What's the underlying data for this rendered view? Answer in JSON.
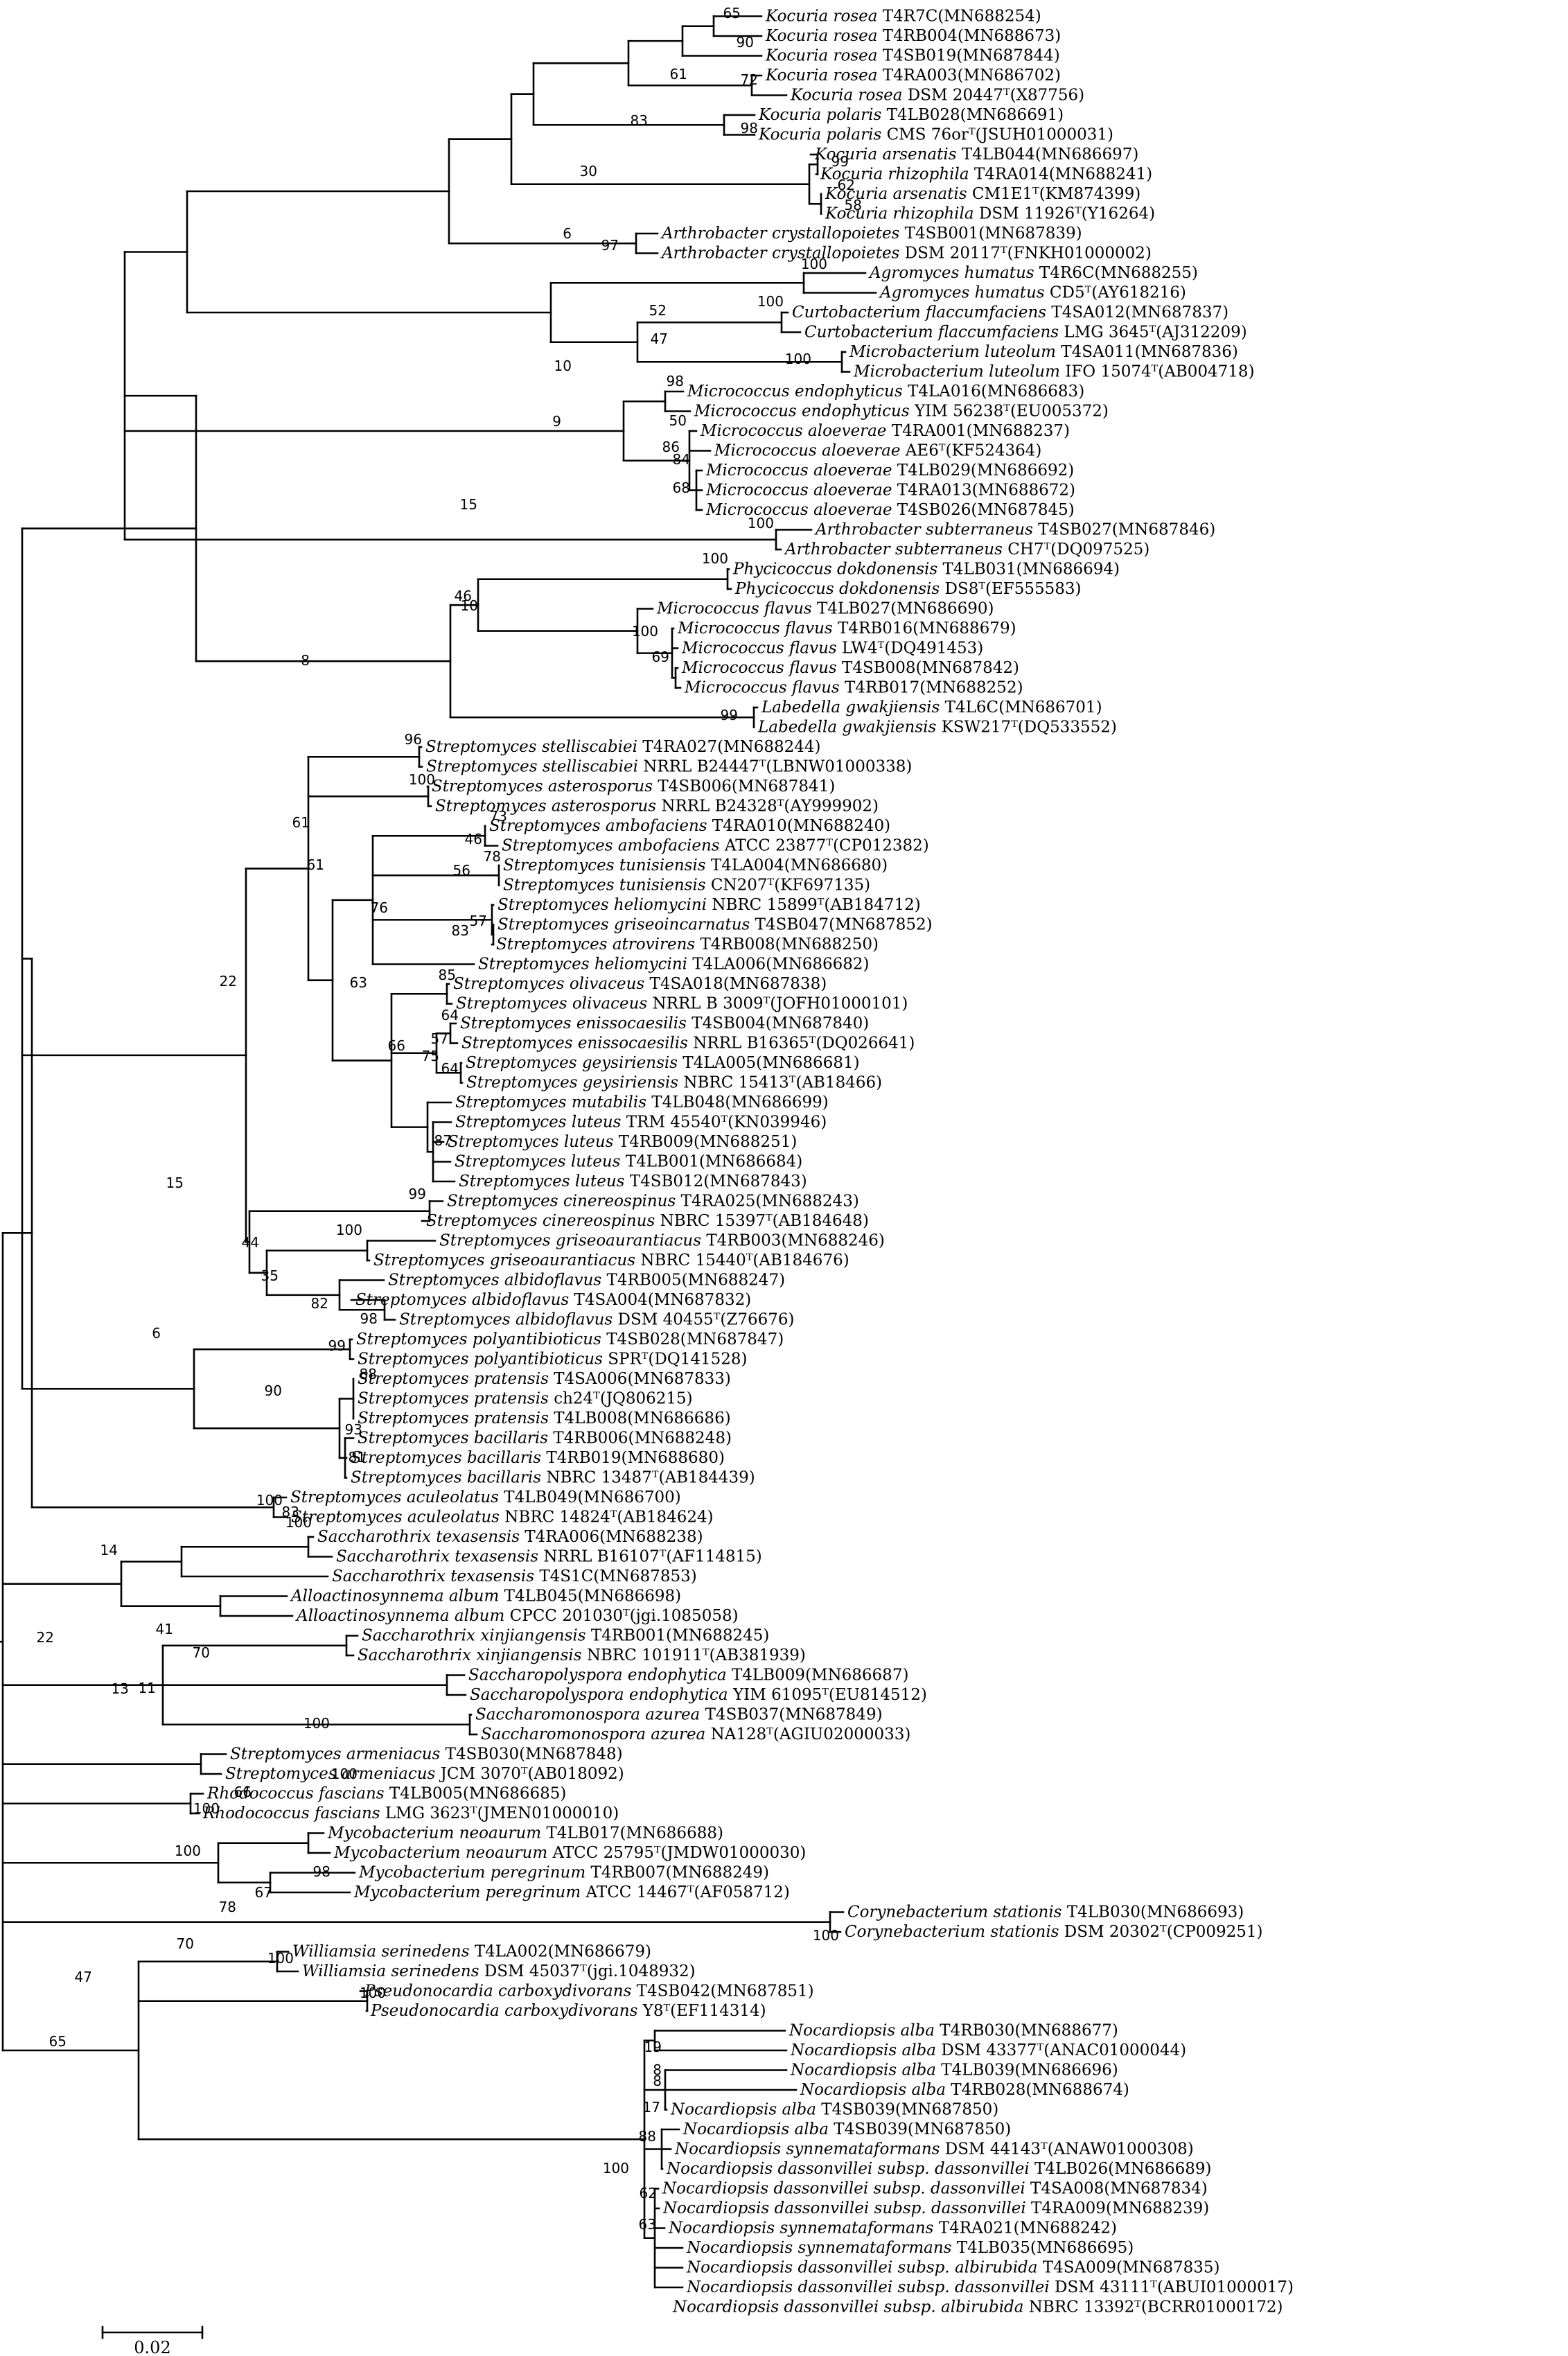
{
  "tree": {
    "tips": [
      {
        "sp": "Kocuria rosea",
        "st": "T4R7C(MN688254)"
      },
      {
        "sp": "Kocuria rosea",
        "st": "T4RB004(MN688673)"
      },
      {
        "sp": "Kocuria rosea",
        "st": "T4SB019(MN687844)"
      },
      {
        "sp": "Kocuria rosea",
        "st": "T4RA003(MN686702)"
      },
      {
        "sp": "Kocuria rosea",
        "st": "DSM 20447ᵀ(X87756)"
      },
      {
        "sp": "Kocuria polaris",
        "st": "T4LB028(MN686691)"
      },
      {
        "sp": "Kocuria polaris",
        "st": "CMS 76orᵀ(JSUH01000031)"
      },
      {
        "sp": "Kocuria arsenatis",
        "st": "T4LB044(MN686697)"
      },
      {
        "sp": "Kocuria rhizophila",
        "st": "T4RA014(MN688241)"
      },
      {
        "sp": "Kocuria arsenatis",
        "st": "CM1E1ᵀ(KM874399)"
      },
      {
        "sp": "Kocuria rhizophila",
        "st": "DSM 11926ᵀ(Y16264)"
      },
      {
        "sp": "Arthrobacter crystallopoietes",
        "st": "T4SB001(MN687839)"
      },
      {
        "sp": "Arthrobacter crystallopoietes",
        "st": "DSM 20117ᵀ(FNKH01000002)"
      },
      {
        "sp": "Agromyces humatus",
        "st": "T4R6C(MN688255)"
      },
      {
        "sp": "Agromyces humatus",
        "st": "CD5ᵀ(AY618216)"
      },
      {
        "sp": "Curtobacterium flaccumfaciens",
        "st": "T4SA012(MN687837)"
      },
      {
        "sp": "Curtobacterium flaccumfaciens",
        "st": "LMG 3645ᵀ(AJ312209)"
      },
      {
        "sp": "Microbacterium luteolum",
        "st": "T4SA011(MN687836)"
      },
      {
        "sp": "Microbacterium luteolum",
        "st": "IFO 15074ᵀ(AB004718)"
      },
      {
        "sp": "Micrococcus endophyticus",
        "st": "T4LA016(MN686683)"
      },
      {
        "sp": "Micrococcus endophyticus",
        "st": "YIM 56238ᵀ(EU005372)"
      },
      {
        "sp": "Micrococcus aloeverae",
        "st": "T4RA001(MN688237)"
      },
      {
        "sp": "Micrococcus aloeverae",
        "st": "AE6ᵀ(KF524364)"
      },
      {
        "sp": "Micrococcus aloeverae",
        "st": "T4LB029(MN686692)"
      },
      {
        "sp": "Micrococcus aloeverae",
        "st": "T4RA013(MN688672)"
      },
      {
        "sp": "Micrococcus aloeverae",
        "st": "T4SB026(MN687845)"
      },
      {
        "sp": "Arthrobacter subterraneus",
        "st": "T4SB027(MN687846)"
      },
      {
        "sp": "Arthrobacter subterraneus",
        "st": "CH7ᵀ(DQ097525)"
      },
      {
        "sp": "Phycicoccus dokdonensis",
        "st": "T4LB031(MN686694)"
      },
      {
        "sp": "Phycicoccus dokdonensis",
        "st": "DS8ᵀ(EF555583)"
      },
      {
        "sp": "Micrococcus flavus",
        "st": "T4LB027(MN686690)"
      },
      {
        "sp": "Micrococcus flavus",
        "st": "T4RB016(MN688679)"
      },
      {
        "sp": "Micrococcus flavus",
        "st": "LW4ᵀ(DQ491453)"
      },
      {
        "sp": "Micrococcus flavus",
        "st": "T4SB008(MN687842)"
      },
      {
        "sp": "Micrococcus flavus",
        "st": "T4RB017(MN688252)"
      },
      {
        "sp": "Labedella gwakjiensis",
        "st": "T4L6C(MN686701)"
      },
      {
        "sp": "Labedella gwakjiensis",
        "st": "KSW217ᵀ(DQ533552)"
      },
      {
        "sp": "Streptomyces stelliscabiei",
        "st": "T4RA027(MN688244)"
      },
      {
        "sp": "Streptomyces stelliscabiei",
        "st": "NRRL B24447ᵀ(LBNW01000338)"
      },
      {
        "sp": "Streptomyces asterosporus",
        "st": "T4SB006(MN687841)"
      },
      {
        "sp": "Streptomyces asterosporus",
        "st": "NRRL B24328ᵀ(AY999902)"
      },
      {
        "sp": "Streptomyces ambofaciens",
        "st": "T4RA010(MN688240)"
      },
      {
        "sp": "Streptomyces ambofaciens",
        "st": "ATCC 23877ᵀ(CP012382)"
      },
      {
        "sp": "Streptomyces tunisiensis",
        "st": "T4LA004(MN686680)"
      },
      {
        "sp": "Streptomyces tunisiensis",
        "st": "CN207ᵀ(KF697135)"
      },
      {
        "sp": "Streptomyces heliomycini",
        "st": "NBRC 15899ᵀ(AB184712)"
      },
      {
        "sp": "Streptomyces griseoincarnatus",
        "st": "T4SB047(MN687852)"
      },
      {
        "sp": "Streptomyces atrovirens",
        "st": "T4RB008(MN688250)"
      },
      {
        "sp": "Streptomyces heliomycini",
        "st": "T4LA006(MN686682)"
      },
      {
        "sp": "Streptomyces olivaceus",
        "st": "T4SA018(MN687838)"
      },
      {
        "sp": "Streptomyces olivaceus",
        "st": "NRRL B 3009ᵀ(JOFH01000101)"
      },
      {
        "sp": "Streptomyces enissocaesilis",
        "st": "T4SB004(MN687840)"
      },
      {
        "sp": "Streptomyces enissocaesilis",
        "st": "NRRL B16365ᵀ(DQ026641)"
      },
      {
        "sp": "Streptomyces geysiriensis",
        "st": "T4LA005(MN686681)"
      },
      {
        "sp": "Streptomyces geysiriensis",
        "st": "NBRC 15413ᵀ(AB18466)"
      },
      {
        "sp": "Streptomyces mutabilis",
        "st": "T4LB048(MN686699)"
      },
      {
        "sp": "Streptomyces luteus",
        "st": "TRM 45540ᵀ(KN039946)"
      },
      {
        "sp": "Streptomyces luteus",
        "st": "T4RB009(MN688251)"
      },
      {
        "sp": "Streptomyces luteus",
        "st": "T4LB001(MN686684)"
      },
      {
        "sp": "Streptomyces luteus",
        "st": "T4SB012(MN687843)"
      },
      {
        "sp": "Streptomyces cinereospinus",
        "st": "T4RA025(MN688243)"
      },
      {
        "sp": "Streptomyces cinereospinus",
        "st": "NBRC 15397ᵀ(AB184648)"
      },
      {
        "sp": "Streptomyces griseoaurantiacus",
        "st": "T4RB003(MN688246)"
      },
      {
        "sp": "Streptomyces griseoaurantiacus",
        "st": "NBRC 15440ᵀ(AB184676)"
      },
      {
        "sp": "Streptomyces albidoflavus",
        "st": "T4RB005(MN688247)"
      },
      {
        "sp": "Streptomyces albidoflavus",
        "st": "T4SA004(MN687832)"
      },
      {
        "sp": "Streptomyces albidoflavus",
        "st": "DSM 40455ᵀ(Z76676)"
      },
      {
        "sp": "Streptomyces polyantibioticus",
        "st": "T4SB028(MN687847)"
      },
      {
        "sp": "Streptomyces polyantibioticus",
        "st": "SPRᵀ(DQ141528)"
      },
      {
        "sp": "Streptomyces pratensis",
        "st": "T4SA006(MN687833)"
      },
      {
        "sp": "Streptomyces pratensis",
        "st": "ch24ᵀ(JQ806215)"
      },
      {
        "sp": "Streptomyces pratensis",
        "st": "T4LB008(MN686686)"
      },
      {
        "sp": "Streptomyces bacillaris",
        "st": "T4RB006(MN688248)"
      },
      {
        "sp": "Streptomyces bacillaris",
        "st": "T4RB019(MN688680)"
      },
      {
        "sp": "Streptomyces bacillaris",
        "st": "NBRC 13487ᵀ(AB184439)"
      },
      {
        "sp": "Streptomyces aculeolatus",
        "st": "T4LB049(MN686700)"
      },
      {
        "sp": "Streptomyces aculeolatus",
        "st": "NBRC 14824ᵀ(AB184624)"
      },
      {
        "sp": "Saccharothrix texasensis",
        "st": "T4RA006(MN688238)"
      },
      {
        "sp": "Saccharothrix texasensis",
        "st": "NRRL B16107ᵀ(AF114815)"
      },
      {
        "sp": "Saccharothrix texasensis",
        "st": "T4S1C(MN687853)"
      },
      {
        "sp": "Alloactinosynnema album",
        "st": "T4LB045(MN686698)"
      },
      {
        "sp": "Alloactinosynnema album",
        "st": "CPCC 201030ᵀ(jgi.1085058)"
      },
      {
        "sp": "Saccharothrix xinjiangensis",
        "st": "T4RB001(MN688245)"
      },
      {
        "sp": "Saccharothrix xinjiangensis",
        "st": "NBRC 101911ᵀ(AB381939)"
      },
      {
        "sp": "Saccharopolyspora endophytica",
        "st": "T4LB009(MN686687)"
      },
      {
        "sp": "Saccharopolyspora endophytica",
        "st": "YIM 61095ᵀ(EU814512)"
      },
      {
        "sp": "Saccharomonospora azurea",
        "st": "T4SB037(MN687849)"
      },
      {
        "sp": "Saccharomonospora azurea",
        "st": "NA128ᵀ(AGIU02000033)"
      },
      {
        "sp": "Streptomyces armeniacus",
        "st": "T4SB030(MN687848)"
      },
      {
        "sp": "Streptomyces armeniacus",
        "st": "JCM 3070ᵀ(AB018092)"
      },
      {
        "sp": "Rhodococcus fascians",
        "st": "T4LB005(MN686685)"
      },
      {
        "sp": "Rhodococcus fascians",
        "st": "LMG 3623ᵀ(JMEN01000010)"
      },
      {
        "sp": "Mycobacterium neoaurum",
        "st": "T4LB017(MN686688)"
      },
      {
        "sp": "Mycobacterium neoaurum",
        "st": "ATCC 25795ᵀ(JMDW01000030)"
      },
      {
        "sp": "Mycobacterium peregrinum",
        "st": "T4RB007(MN688249)"
      },
      {
        "sp": "Mycobacterium peregrinum",
        "st": "ATCC 14467ᵀ(AF058712)"
      },
      {
        "sp": "Corynebacterium stationis",
        "st": "T4LB030(MN686693)"
      },
      {
        "sp": "Corynebacterium stationis",
        "st": "DSM 20302ᵀ(CP009251)"
      },
      {
        "sp": "Williamsia serinedens",
        "st": "T4LA002(MN686679)"
      },
      {
        "sp": "Williamsia serinedens",
        "st": "DSM 45037ᵀ(jgi.1048932)"
      },
      {
        "sp": "Pseudonocardia carboxydivorans",
        "st": "T4SB042(MN687851)"
      },
      {
        "sp": "Pseudonocardia carboxydivorans",
        "st": "Y8ᵀ(EF114314)"
      },
      {
        "sp": "Nocardiopsis alba",
        "st": "T4RB030(MN688677)"
      },
      {
        "sp": "Nocardiopsis alba",
        "st": "DSM 43377ᵀ(ANAC01000044)"
      },
      {
        "sp": "Nocardiopsis alba",
        "st": "T4LB039(MN686696)"
      },
      {
        "sp": "Nocardiopsis alba",
        "st": "T4RB028(MN688674)"
      },
      {
        "sp": "Nocardiopsis alba",
        "st": "T4SB039(MN687850)"
      },
      {
        "sp": "Nocardiopsis alba",
        "st": "T4SB039(MN687850)"
      },
      {
        "sp": "Nocardiopsis synnemataformans",
        "st": "DSM 44143ᵀ(ANAW01000308)"
      },
      {
        "sp": "Nocardiopsis dassonvillei subsp. dassonvillei",
        "st": "T4LB026(MN686689)"
      },
      {
        "sp": "Nocardiopsis dassonvillei subsp. dassonvillei",
        "st": "T4SA008(MN687834)"
      },
      {
        "sp": "Nocardiopsis dassonvillei subsp. dassonvillei",
        "st": "T4RA009(MN688239)"
      },
      {
        "sp": "Nocardiopsis synnemataformans",
        "st": "T4RA021(MN688242)"
      },
      {
        "sp": "Nocardiopsis synnemataformans",
        "st": "T4LB035(MN686695)"
      },
      {
        "sp": "Nocardiopsis dassonvillei subsp. albirubida",
        "st": "T4SA009(MN687835)"
      },
      {
        "sp": "Nocardiopsis dassonvillei subsp. dassonvillei",
        "st": "DSM 43111ᵀ(ABUI01000017)"
      },
      {
        "sp": "Nocardiopsis dassonvillei subsp. albirubida",
        "st": "NBRC 13392ᵀ(BCRR01000172)"
      }
    ],
    "bootstrap": [
      "65",
      "90",
      "72",
      "61",
      "98",
      "83",
      "99",
      "62",
      "58",
      "30",
      "97",
      "6",
      "100",
      "52",
      "100",
      "47",
      "100",
      "10",
      "98",
      "50",
      "84",
      "68",
      "86",
      "9",
      "100",
      "15",
      "100",
      "46",
      "100",
      "69",
      "10",
      "99",
      "8",
      "96",
      "100",
      "73",
      "46",
      "78",
      "56",
      "57",
      "83",
      "76",
      "85",
      "64",
      "57",
      "64",
      "75",
      "87",
      "66",
      "63",
      "61",
      "61",
      "22",
      "99",
      "100",
      "44",
      "35",
      "82",
      "98",
      "99",
      "88",
      "93",
      "81",
      "90",
      "15",
      "100",
      "6",
      "83",
      "100",
      "41",
      "70",
      "100",
      "11",
      "13",
      "100",
      "66",
      "14",
      "100",
      "22",
      "100",
      "98",
      "67",
      "78",
      "70",
      "100",
      "100",
      "47",
      "100",
      "65",
      "19",
      "8",
      "8",
      "17",
      "88",
      "100",
      "62",
      "63",
      "65"
    ],
    "scale_bar": {
      "label": "0.02"
    }
  }
}
